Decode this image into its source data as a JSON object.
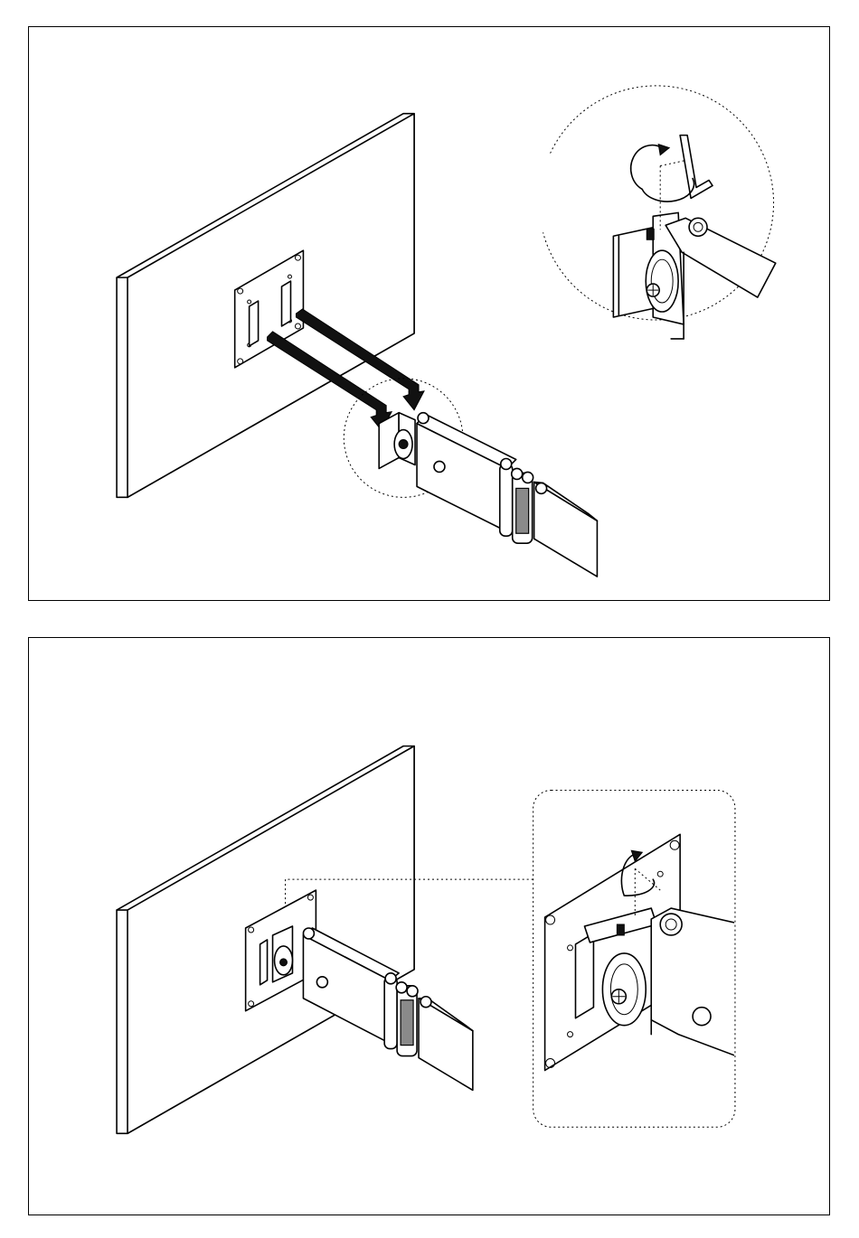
{
  "figure": {
    "panels": [
      {
        "id": "panel-1",
        "content": "monitor-attach-step"
      },
      {
        "id": "panel-2",
        "content": "monitor-attached-step"
      }
    ],
    "icons": [
      "monitor-icon",
      "vesa-plate-icon",
      "monitor-arm-icon",
      "hex-key-icon",
      "rotation-arrow-icon",
      "insertion-arrow-icon",
      "detail-callout-icon"
    ]
  }
}
